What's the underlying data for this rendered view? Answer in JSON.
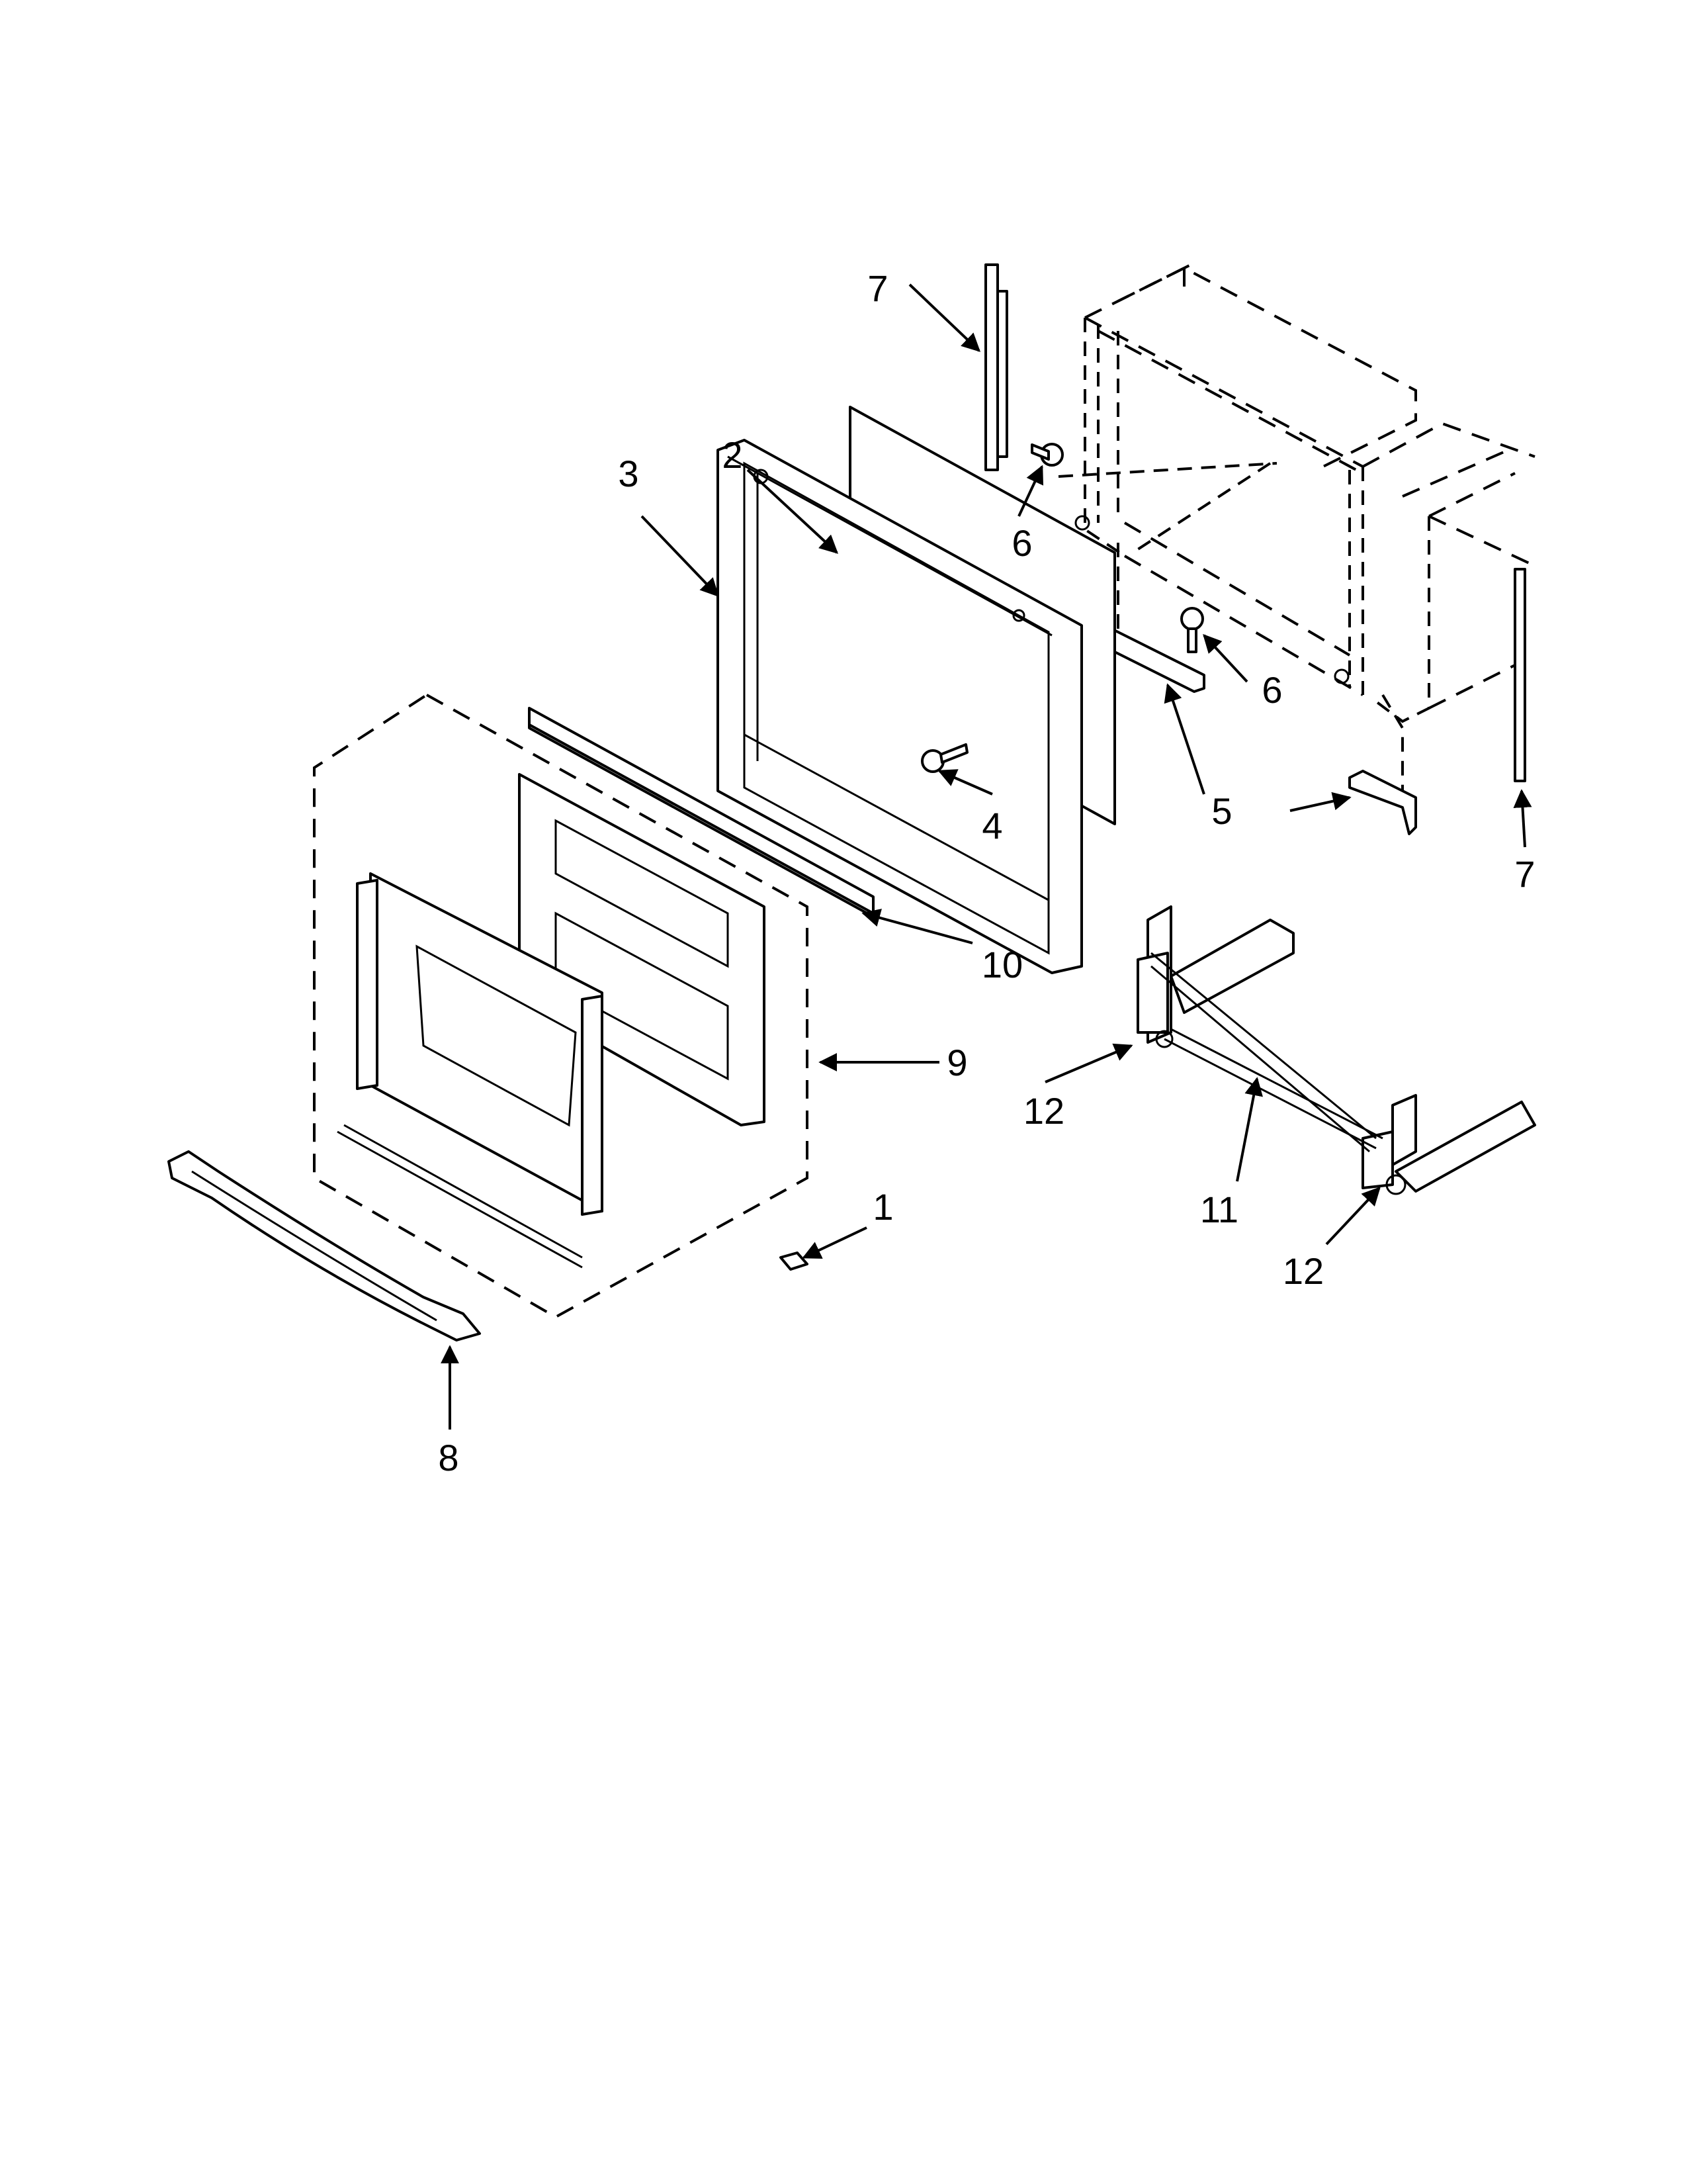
{
  "callouts": [
    {
      "id": "c1",
      "label": "1"
    },
    {
      "id": "c2",
      "label": "2"
    },
    {
      "id": "c3",
      "label": "3"
    },
    {
      "id": "c4",
      "label": "4"
    },
    {
      "id": "c5",
      "label": "5"
    },
    {
      "id": "c6a",
      "label": "6"
    },
    {
      "id": "c6b",
      "label": "6"
    },
    {
      "id": "c7a",
      "label": "7"
    },
    {
      "id": "c7b",
      "label": "7"
    },
    {
      "id": "c8",
      "label": "8"
    },
    {
      "id": "c9",
      "label": "9"
    },
    {
      "id": "c10",
      "label": "10"
    },
    {
      "id": "c11",
      "label": "11"
    },
    {
      "id": "c12a",
      "label": "12"
    },
    {
      "id": "c12b",
      "label": "12"
    }
  ]
}
